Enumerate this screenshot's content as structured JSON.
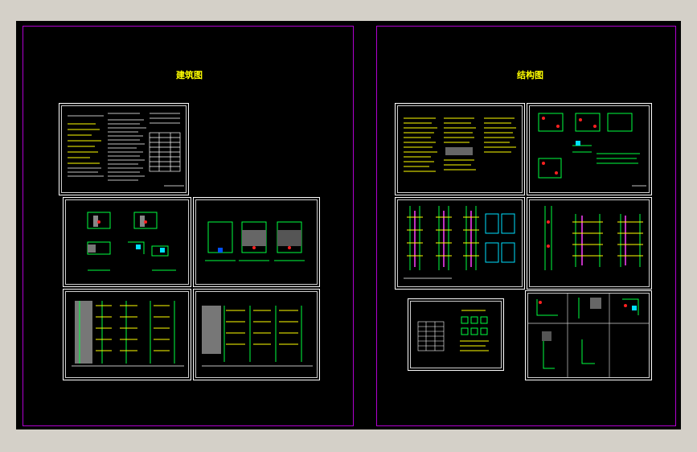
{
  "pages": [
    {
      "id": "architecture",
      "title": "建筑图"
    },
    {
      "id": "structure",
      "title": "结构图"
    }
  ],
  "colors": {
    "background": "#000000",
    "page_border": "#b000d0",
    "title": "#ffff00",
    "sheet_border": "#ffffff",
    "line_yellow": "#ffff00",
    "line_green": "#00ff40",
    "line_cyan": "#00e0ff",
    "line_red": "#ff2020",
    "line_magenta": "#ff40ff"
  }
}
